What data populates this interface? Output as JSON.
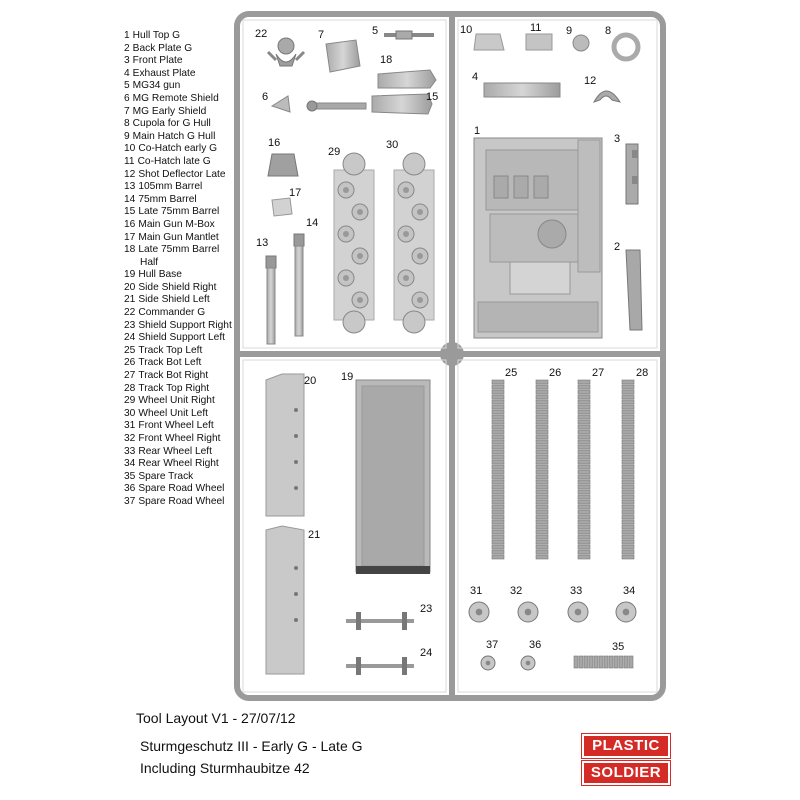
{
  "parts": [
    {
      "num": "1",
      "name": "Hull Top G"
    },
    {
      "num": "2",
      "name": "Back Plate G"
    },
    {
      "num": "3",
      "name": "Front Plate"
    },
    {
      "num": "4",
      "name": "Exhaust Plate"
    },
    {
      "num": "5",
      "name": "MG34 gun"
    },
    {
      "num": "6",
      "name": "MG Remote Shield"
    },
    {
      "num": "7",
      "name": "MG Early Shield"
    },
    {
      "num": "8",
      "name": "Cupola for G Hull"
    },
    {
      "num": "9",
      "name": "Main Hatch G Hull"
    },
    {
      "num": "10",
      "name": "Co-Hatch early G"
    },
    {
      "num": "11",
      "name": "Co-Hatch late G"
    },
    {
      "num": "12",
      "name": "Shot Deflector Late"
    },
    {
      "num": "13",
      "name": "105mm Barrel"
    },
    {
      "num": "14",
      "name": "75mm Barrel"
    },
    {
      "num": "15",
      "name": "Late 75mm Barrel"
    },
    {
      "num": "16",
      "name": "Main Gun M-Box"
    },
    {
      "num": "17",
      "name": "Main Gun Mantlet"
    },
    {
      "num": "18",
      "name": "Late 75mm Barrel",
      "cont": "Half"
    },
    {
      "num": "19",
      "name": "Hull Base"
    },
    {
      "num": "20",
      "name": "Side Shield Right"
    },
    {
      "num": "21",
      "name": "Side Shield Left"
    },
    {
      "num": "22",
      "name": "Commander G"
    },
    {
      "num": "23",
      "name": "Shield Support Right"
    },
    {
      "num": "24",
      "name": "Shield Support Left"
    },
    {
      "num": "25",
      "name": "Track Top Left"
    },
    {
      "num": "26",
      "name": "Track Bot Left"
    },
    {
      "num": "27",
      "name": "Track Bot Right"
    },
    {
      "num": "28",
      "name": "Track Top Right"
    },
    {
      "num": "29",
      "name": "Wheel Unit Right"
    },
    {
      "num": "30",
      "name": "Wheel Unit Left"
    },
    {
      "num": "31",
      "name": "Front Wheel Left"
    },
    {
      "num": "32",
      "name": "Front Wheel Right"
    },
    {
      "num": "33",
      "name": "Rear Wheel Left"
    },
    {
      "num": "34",
      "name": "Rear Wheel Right"
    },
    {
      "num": "35",
      "name": "Spare Track"
    },
    {
      "num": "36",
      "name": "Spare Road Wheel"
    },
    {
      "num": "37",
      "name": "Spare Road Wheel"
    }
  ],
  "tool_layout": "Tool Layout V1 - 27/07/12",
  "title_line1": "Sturmgeschutz III - Early G - Late G",
  "title_line2": "Including Sturmhaubitze 42",
  "logo": {
    "line1": "PLASTIC",
    "line2": "SOLDIER"
  },
  "colors": {
    "sprue": "#9a9a9a",
    "part": "#c9c9c9",
    "part_dark": "#8c8c8c",
    "logo_red": "#d52b26"
  }
}
